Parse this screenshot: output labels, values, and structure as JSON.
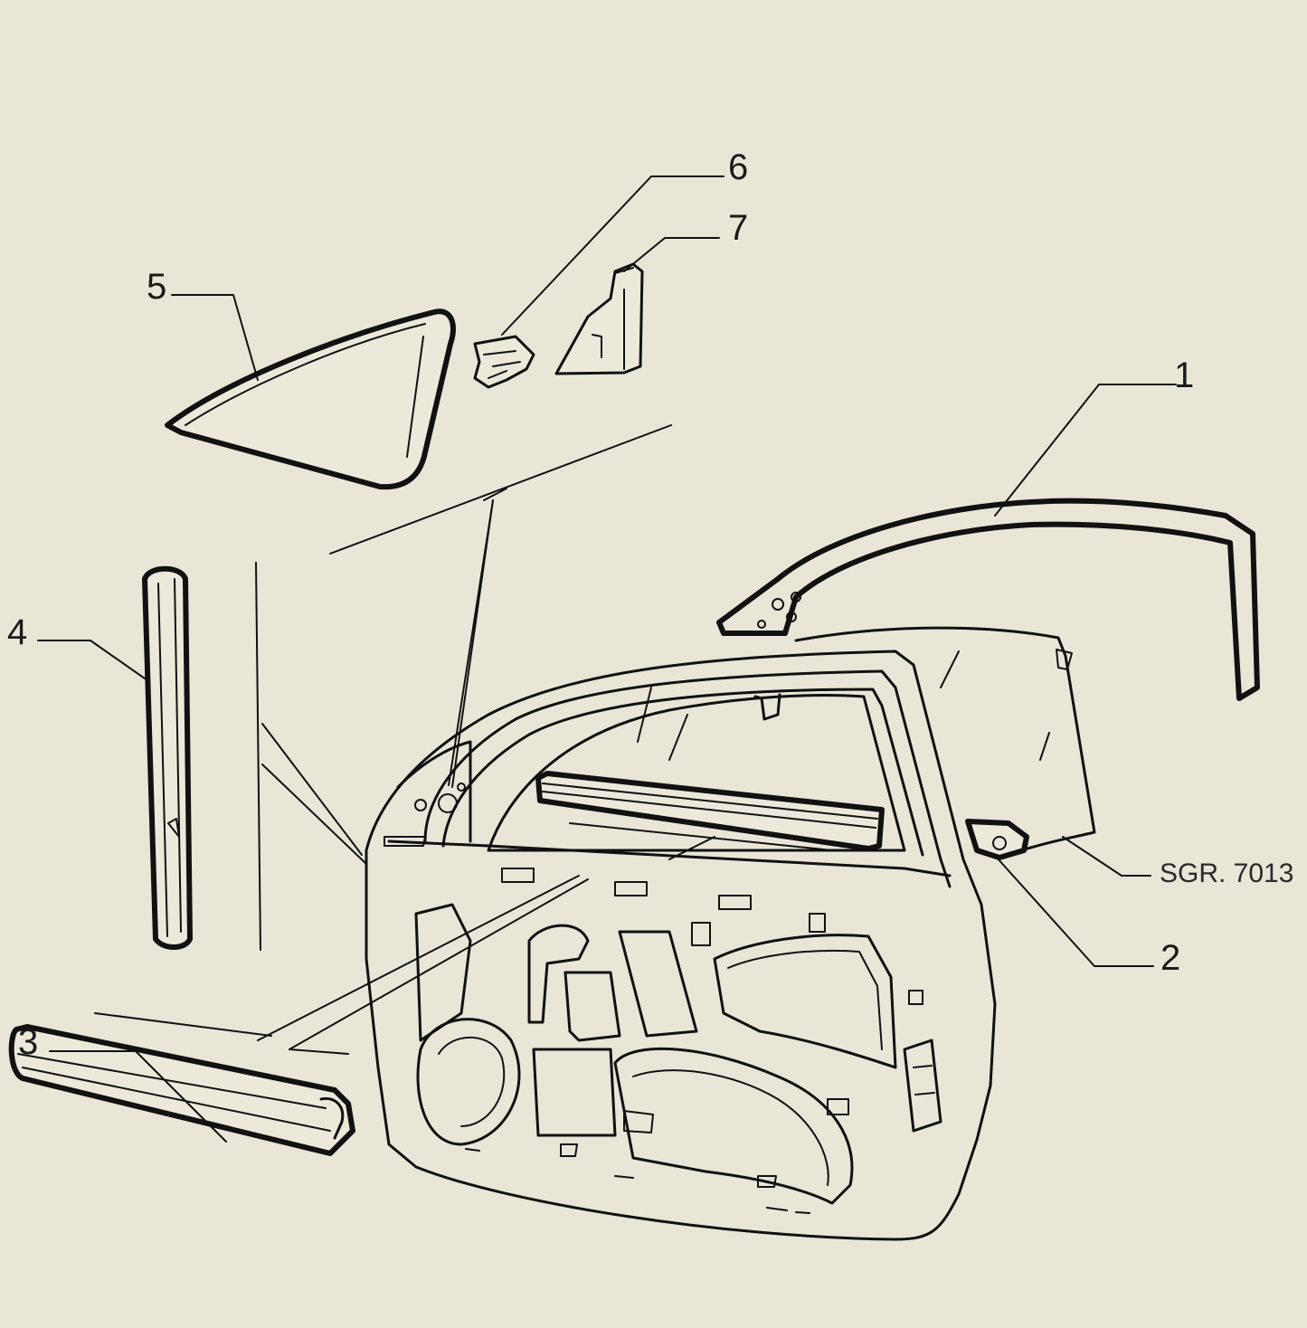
{
  "callouts": [
    {
      "id": "1",
      "label": "1",
      "part": "door-frame-seal"
    },
    {
      "id": "2",
      "label": "2",
      "part": "glass-guide"
    },
    {
      "id": "3",
      "label": "3",
      "part": "lower-seal-strip"
    },
    {
      "id": "4",
      "label": "4",
      "part": "vertical-seal-strip"
    },
    {
      "id": "5",
      "label": "5",
      "part": "quarter-glass"
    },
    {
      "id": "6",
      "label": "6",
      "part": "clip"
    },
    {
      "id": "7",
      "label": "7",
      "part": "bracket"
    }
  ],
  "reference": {
    "label": "SGR. 7013"
  },
  "colors": {
    "background": "#e9e5d7",
    "ink": "#111111"
  }
}
